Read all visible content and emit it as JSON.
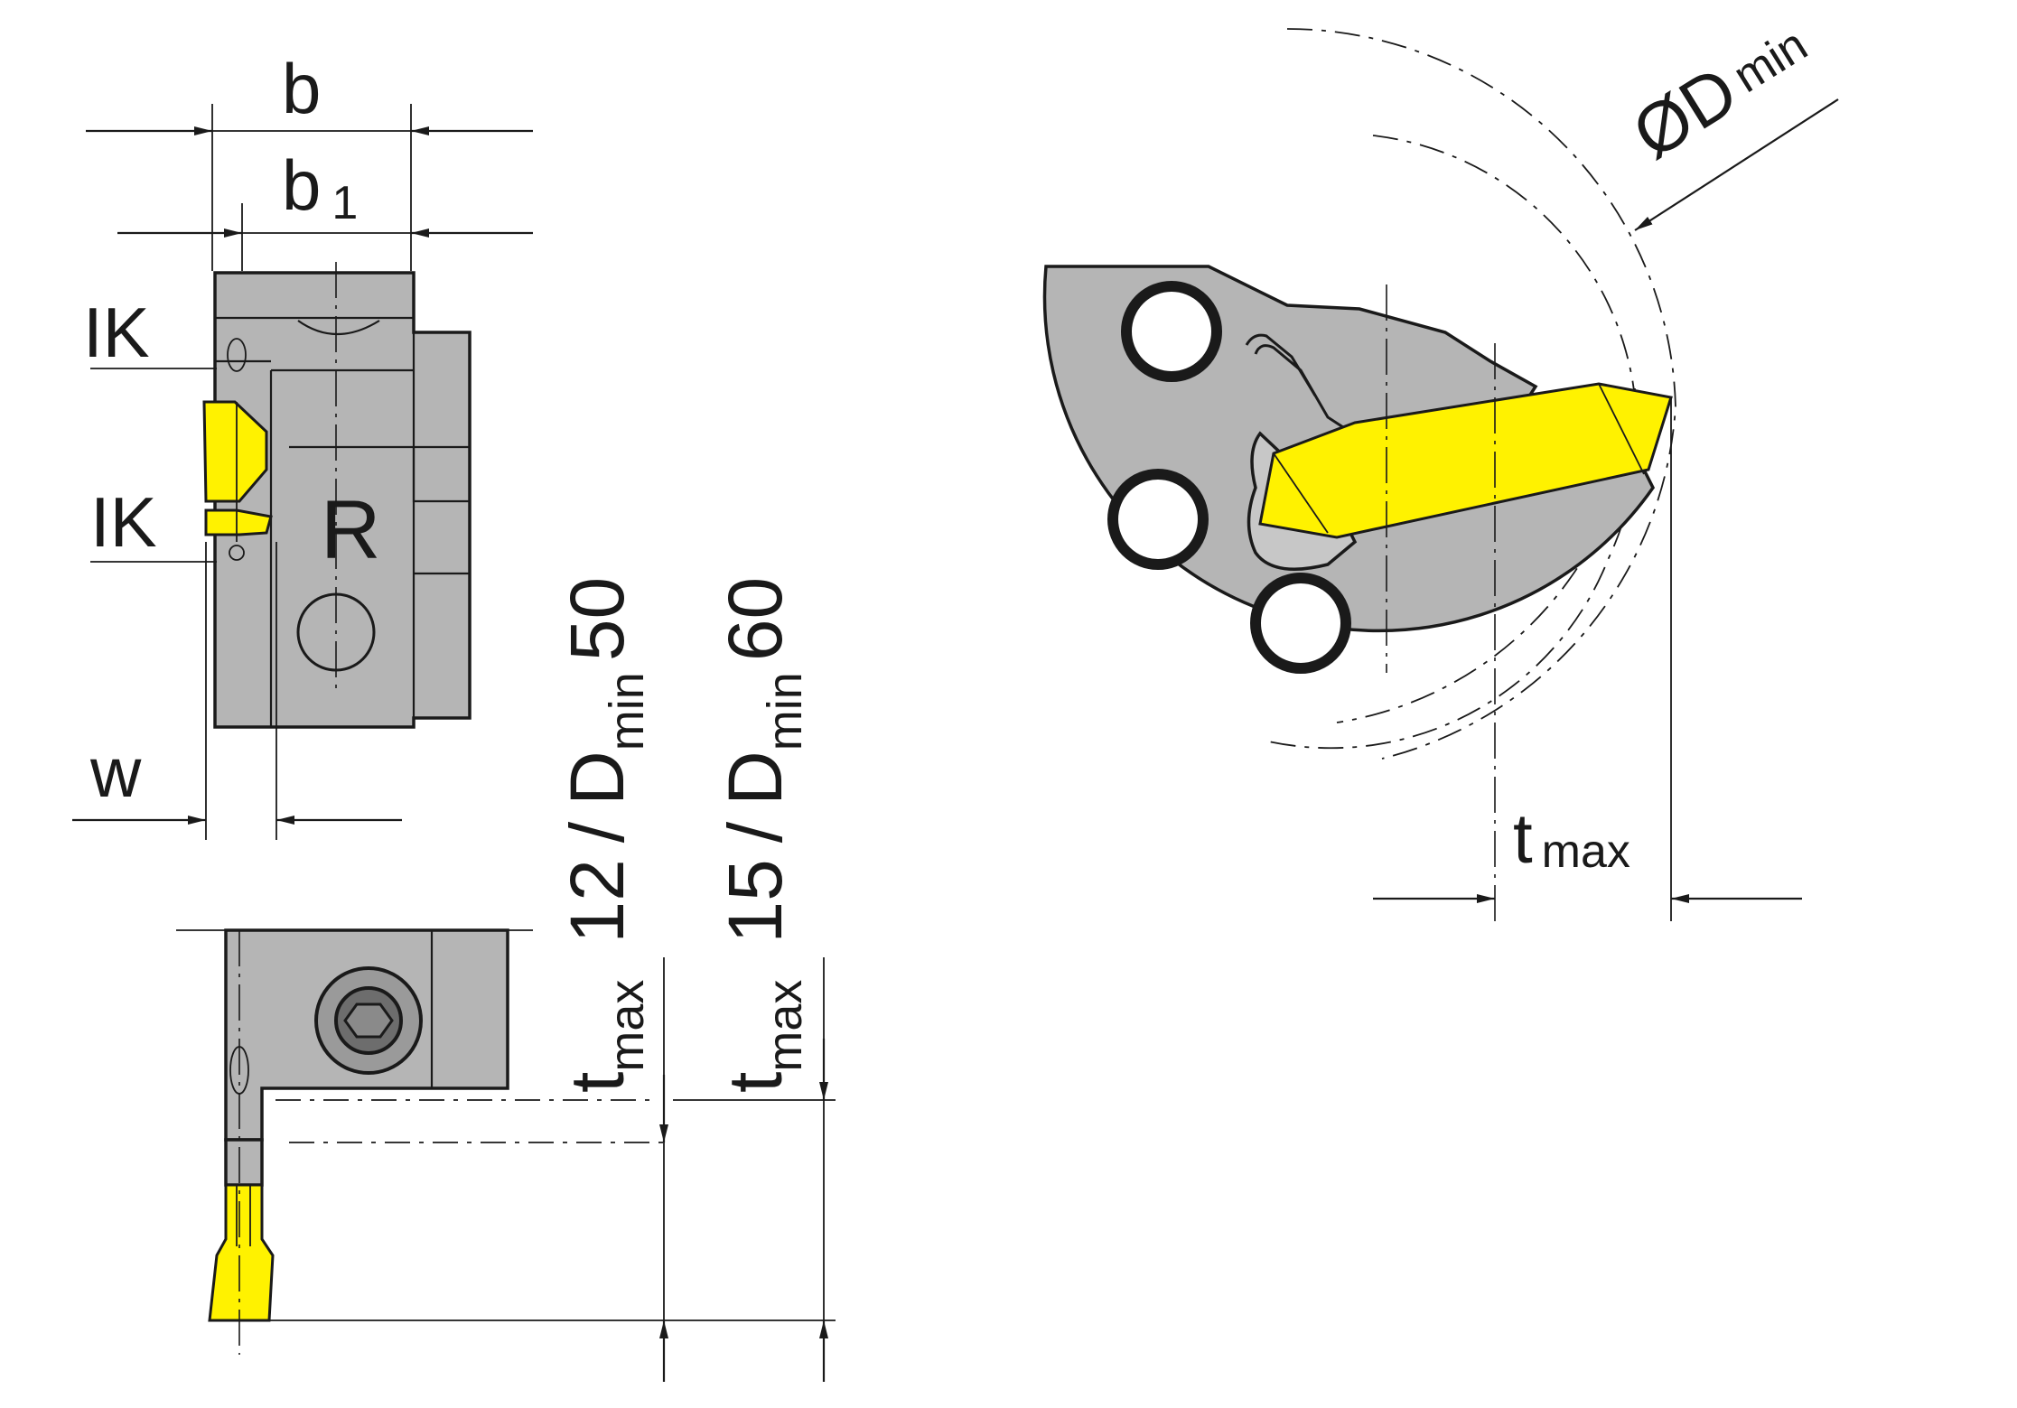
{
  "labels": {
    "b": "b",
    "b1_main": "b",
    "b1_sub": "1",
    "ik_top": "IK",
    "ik_bottom": "IK",
    "r": "R",
    "w": "w",
    "dmin_main": "ØD",
    "dmin_sub": "min",
    "tmax_main": "t",
    "tmax_sub": "max"
  },
  "spec_a": {
    "tmax_main": "t",
    "tmax_sub": "max",
    "value_t": "12",
    "sep": "/",
    "d_main": "D",
    "d_sub": "min",
    "value_d": "50"
  },
  "spec_b": {
    "tmax_main": "t",
    "tmax_sub": "max",
    "value_t": "15",
    "sep": "/",
    "d_main": "D",
    "d_sub": "min",
    "value_d": "60"
  },
  "colors": {
    "body": "#b5b5b5",
    "insert": "#fff200",
    "line": "#1a1a1a"
  }
}
